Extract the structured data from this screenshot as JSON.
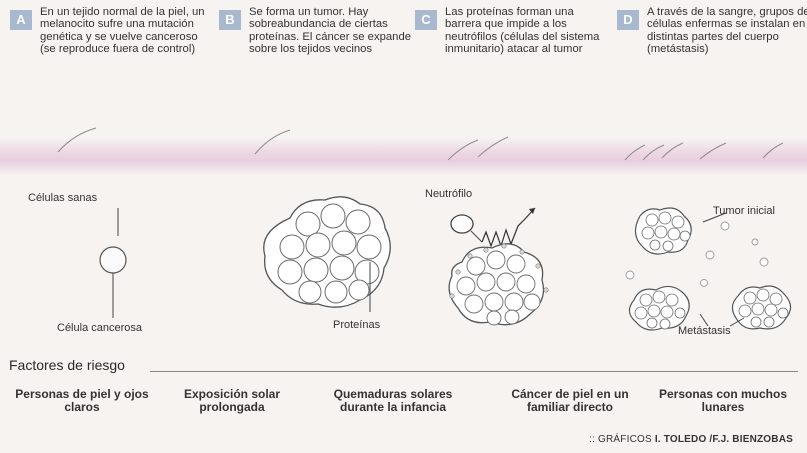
{
  "steps": [
    {
      "letter": "A",
      "text": "En un tejido normal de la piel, un melanocito sufre una mutación genética y se vuelve canceroso (se reproduce fuera de control)"
    },
    {
      "letter": "B",
      "text": "Se forma un tumor. Hay sobreabundancia de ciertas proteínas. El cáncer se expande sobre los tejidos vecinos"
    },
    {
      "letter": "C",
      "text": "Las proteínas forman una barrera que impide a los neutrófilos (células del sistema inmunitario) atacar al tumor"
    },
    {
      "letter": "D",
      "text": "A través de la sangre, grupos de células enfermas se instalan en distintas partes del cuerpo (metástasis)"
    }
  ],
  "labels": {
    "healthy_cells": "Células sanas",
    "cancer_cell": "Célula cancerosa",
    "proteins": "Proteínas",
    "neutrophil": "Neutrófilo",
    "initial_tumor": "Tumor inicial",
    "metastasis": "Metástasis"
  },
  "risk": {
    "title": "Factores de riesgo",
    "items": [
      "Personas de piel y ojos claros",
      "Exposición solar prolongada",
      "Quemaduras solares durante la infancia",
      "Cáncer de piel en un familiar directo",
      "Personas con muchos lunares"
    ]
  },
  "credit": {
    "prefix": ":: GRÁFICOS",
    "authors": "I. TOLEDO /F.J. BIENZOBAS"
  },
  "colors": {
    "badge": "#a8b9cf",
    "skin_band": "#e8cfe0",
    "ink": "#333333"
  }
}
